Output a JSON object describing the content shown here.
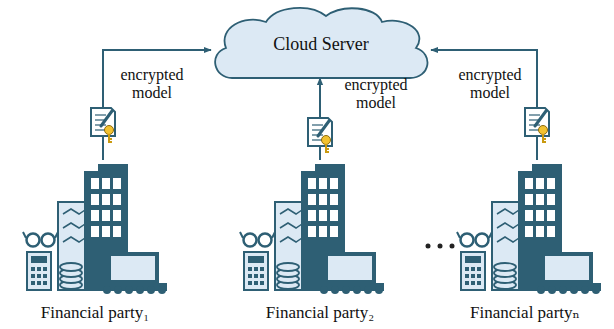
{
  "diagram": {
    "nodes": [
      {
        "text": [
          "Cloud Server"
        ]
      },
      {
        "text": [
          "Financial party₁"
        ]
      },
      {
        "text": [
          "Financial party₂"
        ]
      },
      {
        "text": [
          "Financial partyₙ"
        ]
      }
    ],
    "edges": [
      {
        "from": 1,
        "to": 0,
        "arrow": "to",
        "label": "encrypted model"
      },
      {
        "from": 2,
        "to": 0,
        "arrow": "to",
        "label": "encrypted model"
      },
      {
        "from": 3,
        "to": 0,
        "arrow": "to",
        "label": "encrypted model"
      }
    ]
  }
}
